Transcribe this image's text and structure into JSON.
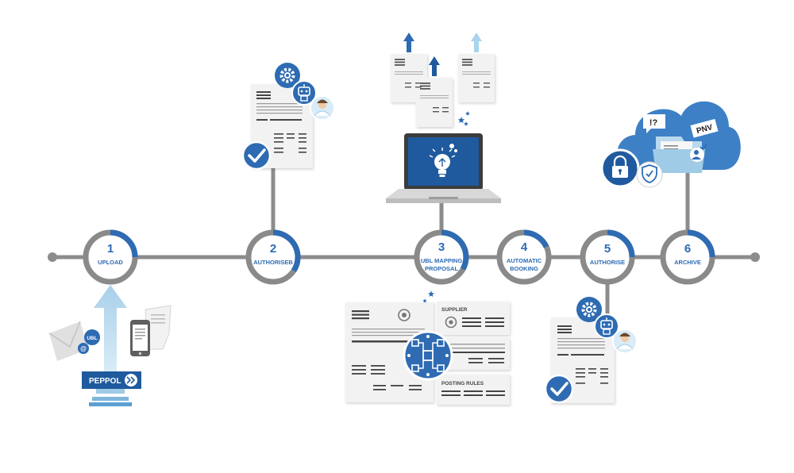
{
  "steps": [
    {
      "number": "1",
      "label": "UPLOAD"
    },
    {
      "number": "2",
      "label": "AUTHORISEB"
    },
    {
      "number": "3",
      "label_line1": "UBL MAPPING",
      "label_line2": "PROPOSAL"
    },
    {
      "number": "4",
      "label_line1": "AUTOMATIC",
      "label_line2": "BOOKING"
    },
    {
      "number": "5",
      "label": "AUTHORISE"
    },
    {
      "number": "6",
      "label": "ARCHIVE"
    }
  ],
  "upload": {
    "ubl_badge": "UBL",
    "at_badge": "@",
    "peppol_label": "PEPPOL"
  },
  "mapping_tags": {
    "supplier": "SUPPLIER",
    "posting_rules": "POSTING RULES"
  },
  "cloud": {
    "query_badge": "!?",
    "pnv_badge": "PNV"
  },
  "colors": {
    "accent_blue": "#2e6bb3",
    "dark_blue": "#1f5a9e",
    "light_blue": "#9fcbe6",
    "line_gray": "#8c8c8c",
    "ring_gray": "#8a8a8a",
    "paper": "#f2f2f2"
  },
  "icons": [
    "envelope-icon",
    "smartphone-icon",
    "gear-icon",
    "robot-icon",
    "user-icon",
    "checkmark-icon",
    "laptop-icon",
    "lightbulb-icon",
    "network-icon",
    "lock-icon",
    "shield-icon",
    "cloud-icon",
    "arrow-up-icon"
  ]
}
